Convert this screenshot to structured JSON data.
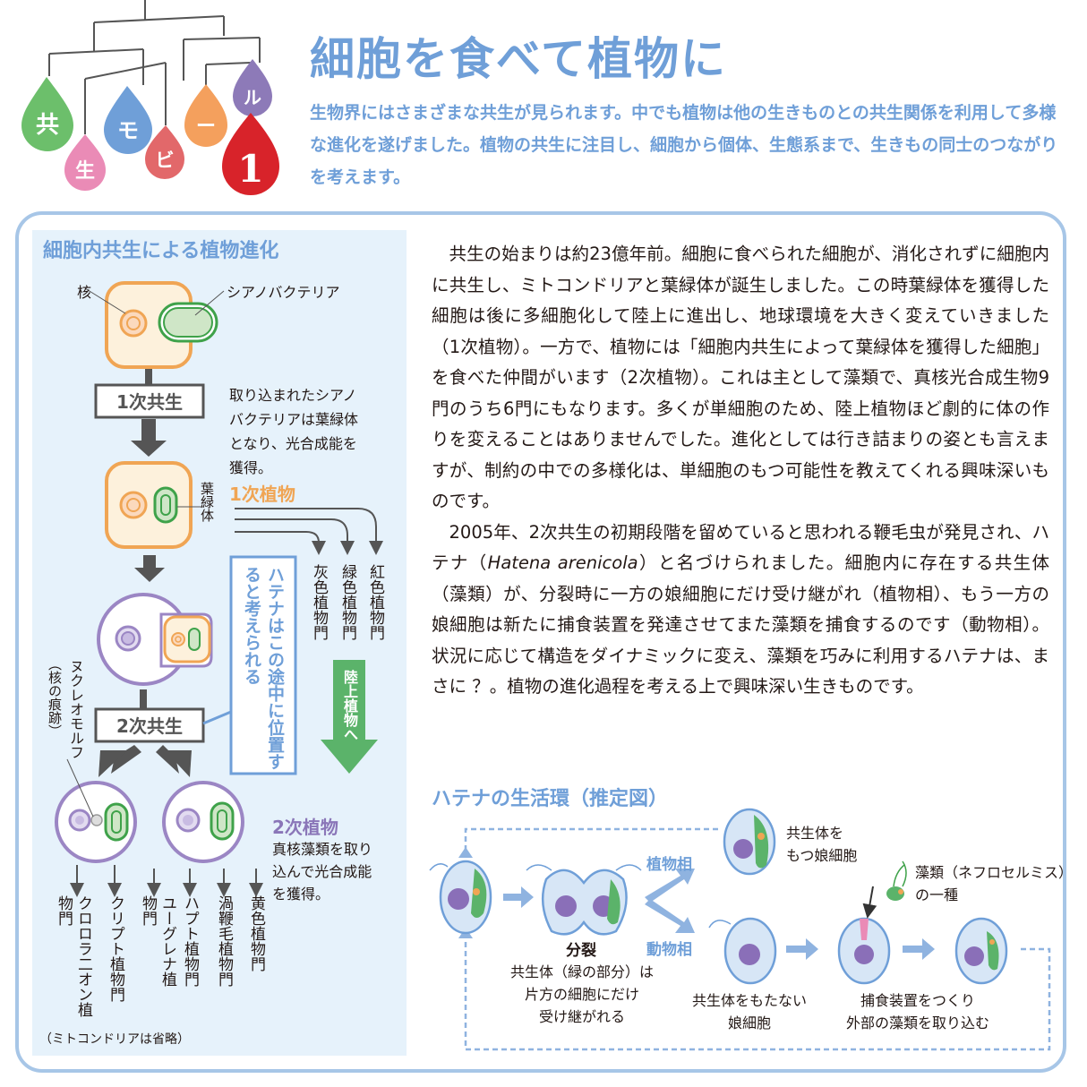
{
  "mobile": {
    "chars": [
      "共",
      "生",
      "モ",
      "ビ",
      "ー",
      "ル"
    ],
    "number": "1"
  },
  "header": {
    "title": "細胞を食べて植物に",
    "intro": "生物界にはさまざまな共生が見られます。中でも植物は他の生きものとの共生関係を利用して多様な進化を遂げました。植物の共生に注目し、細胞から個体、生態系まで、生きもの同士のつながりを考えます。"
  },
  "left_diagram": {
    "title": "細胞内共生による植物進化",
    "label_nucleus": "核",
    "label_cyanobacteria": "シアノバクテリア",
    "box_primary": "1次共生",
    "note_primary": [
      "取り込まれたシアノ",
      "バクテリアは葉緑体",
      "となり、光合成能を",
      "獲得。"
    ],
    "label_chloroplast": "葉緑体",
    "label_primary_plant": "1次植物",
    "primary_phyla": [
      "紅色植物門",
      "緑色植物門",
      "灰色植物門"
    ],
    "land_plants": "陸上植物へ",
    "hatena_note": "ハテナはこの途中に位置すると考えられる",
    "nucleomorph": "ヌクレオモルフ",
    "nucleomorph_note": "（核の痕跡）",
    "box_secondary": "2次共生",
    "label_secondary_plant": "2次植物",
    "note_secondary": [
      "真核藻類を取り",
      "込んで光合成能",
      "を獲得。"
    ],
    "secondary_phyla": [
      "クロロラ二オン植物門",
      "クリプト植物門",
      "ユーグレナ植物門",
      "ハプト植物門",
      "渦鞭毛植物門",
      "黄色植物門"
    ],
    "footnote": "（ミトコンドリアは省略）"
  },
  "body_text": {
    "p1": "共生の始まりは約23億年前。細胞に食べられた細胞が、消化されずに細胞内に共生し、ミトコンドリアと葉緑体が誕生しました。この時葉緑体を獲得した細胞は後に多細胞化して陸上に進出し、地球環境を大きく変えていきました（1次植物）。一方で、植物には「細胞内共生によって葉緑体を獲得した細胞」を食べた仲間がいます（2次植物）。これは主として藻類で、真核光合成生物9門のうち6門にもなります。多くが単細胞のため、陸上植物ほど劇的に体の作りを変えることはありませんでした。進化としては行き詰まりの姿とも言えますが、制約の中での多様化は、単細胞のもつ可能性を教えてくれる興味深いものです。",
    "p2_a": "2005年、2次共生の初期段階を留めていると思われる鞭毛虫が発見され、ハテナ（",
    "p2_italic": "Hatena arenicola",
    "p2_b": "）と名づけられました。細胞内に存在する共生体（藻類）が、分裂時に一方の娘細胞にだけ受け継がれ（植物相）、もう一方の娘細胞は新たに捕食装置を発達させてまた藻類を捕食するのです（動物相）。状況に応じて構造をダイナミックに変え、藻類を巧みに利用するハテナは、まさに ？。植物の進化過程を考える上で興味深い生きものです。"
  },
  "lifecycle": {
    "title": "ハテナの生活環（推定図）",
    "division": "分裂",
    "division_note": [
      "共生体（緑の部分）は",
      "片方の細胞にだけ",
      "受け継がれる"
    ],
    "plant_phase": "植物相",
    "animal_phase": "動物相",
    "daughter_with": [
      "共生体を",
      "もつ娘細胞"
    ],
    "daughter_without": [
      "共生体をもたない",
      "娘細胞"
    ],
    "algae": [
      "藻類（ネフロセルミス）",
      "の一種"
    ],
    "capture": [
      "捕食装置をつくり",
      "外部の藻類を取り込む"
    ]
  },
  "colors": {
    "title_blue": "#6f9fd8",
    "cell_orange": "#f0a554",
    "cell_purple": "#9b86c4",
    "plant_green": "#3fa24a",
    "panel_bg": "#e6f2fb",
    "primary_label": "#f0a554",
    "secondary_label": "#8a76b8"
  }
}
